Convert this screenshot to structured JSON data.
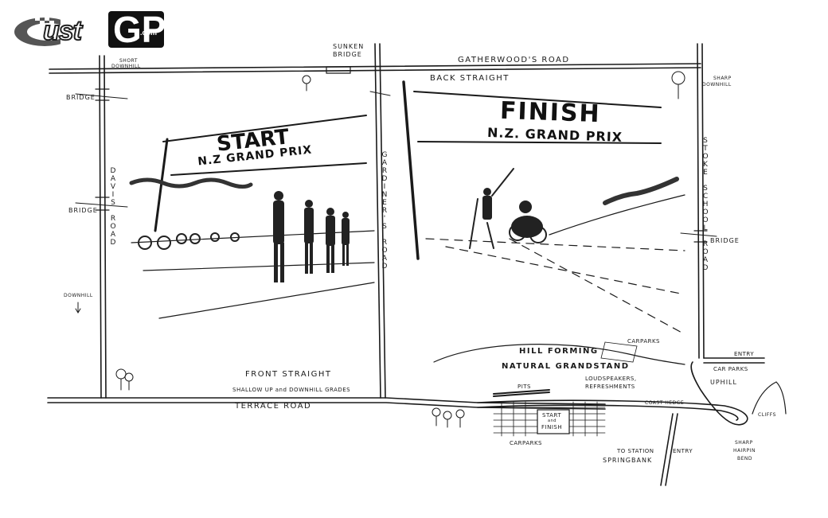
{
  "logo": {
    "text_ust": "ust",
    "text_gp": "GP",
    "text_com": ".com"
  },
  "roads": {
    "gatherwoods": "GATHERWOOD'S ROAD",
    "terrace": "TERRACE ROAD",
    "davis": "DAVIS ROAD",
    "gardiners": "GARDINER'S ROAD",
    "stoke_school": "STOKE SCHOOL ROAD"
  },
  "labels": {
    "sunken_bridge_1": "SUNKEN",
    "sunken_bridge_2": "BRIDGE",
    "short_downhill_1": "SHORT",
    "short_downhill_2": "DOWNHILL",
    "sharp_downhill_1": "SHARP",
    "sharp_downhill_2": "DOWNHILL",
    "bridge_left_top": "BRIDGE",
    "bridge_left_mid": "BRIDGE",
    "bridge_right": "BRIDGE",
    "downhill": "DOWNHILL",
    "back_straight": "BACK STRAIGHT",
    "front_straight": "FRONT STRAIGHT",
    "shallow_grades": "SHALLOW UP and DOWNHILL GRADES",
    "hill_forming": "HILL FORMING",
    "natural_grandstand": "NATURAL GRANDSTAND",
    "loudspeakers": "LOUDSPEAKERS,",
    "refreshments": "REFRESHMENTS",
    "car_parks_top": "CARPARKS",
    "car_parks_right": "CAR PARKS",
    "entry_right": "ENTRY",
    "uphill": "UPHILL",
    "coast_hedge": "COAST HEDGE",
    "cliffs": "CLIFFS",
    "pits": "PITS",
    "start_finish_1": "START",
    "start_finish_2": "and",
    "start_finish_3": "FINISH",
    "car_parks_bottom": "CARPARKS",
    "to_station": "TO STATION",
    "entry_bottom": "ENTRY",
    "springbank": "SPRINGBANK",
    "sharp_hairpin_1": "SHARP",
    "sharp_hairpin_2": "HAIRPIN",
    "sharp_hairpin_3": "BEND"
  },
  "banners": {
    "start_title": "START",
    "start_sub": "N.Z GRAND PRIX",
    "finish_title": "FINISH",
    "finish_sub": "N.Z. GRAND PRIX"
  },
  "colors": {
    "ink": "#1a1a1a",
    "paper": "#ffffff"
  }
}
